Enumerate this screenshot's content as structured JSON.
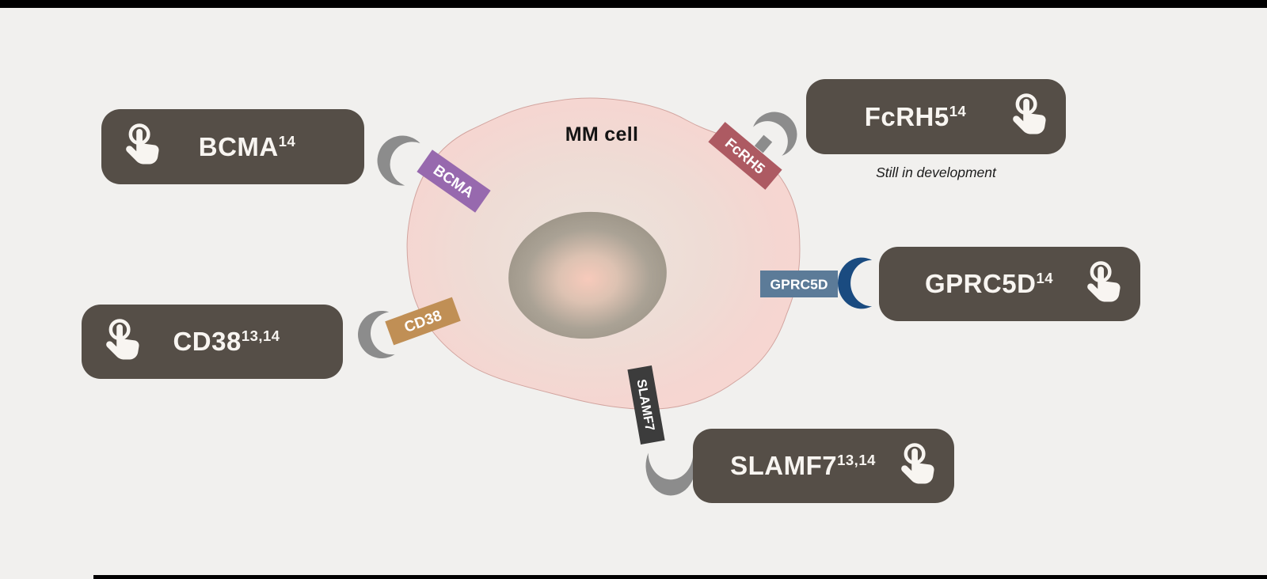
{
  "theme": {
    "background": "#f1f0ee",
    "bar_color": "#000000",
    "button_bg": "#554e47",
    "button_text": "#f8f5f1",
    "tag_text": "#ffffff"
  },
  "cell": {
    "label": "MM cell",
    "body_color": "#f8d6d1",
    "nucleus_color": "#aaa295"
  },
  "icons": {
    "button_icon": "tap-icon"
  },
  "targets": [
    {
      "id": "bcma",
      "label": "BCMA",
      "sup": "14",
      "tag": "BCMA",
      "tag_color": "#9769ae",
      "crescent_color": "#8c8c8c"
    },
    {
      "id": "cd38",
      "label": "CD38",
      "sup": "13,14",
      "tag": "CD38",
      "tag_color": "#c08f55",
      "crescent_color": "#8c8c8c"
    },
    {
      "id": "fcrh5",
      "label": "FcRH5",
      "sup": "14",
      "tag": "FcRH5",
      "tag_color": "#ad5a62",
      "crescent_color": "#8c8c8c",
      "note": "Still in development"
    },
    {
      "id": "gprc5d",
      "label": "GPRC5D",
      "sup": "14",
      "tag": "GPRC5D",
      "tag_color": "#5c7b98",
      "crescent_color": "#1a4b80"
    },
    {
      "id": "slamf7",
      "label": "SLAMF7",
      "sup": "13,14",
      "tag": "SLAMF7",
      "tag_color": "#3c3c3c",
      "crescent_color": "#8c8c8c"
    }
  ]
}
